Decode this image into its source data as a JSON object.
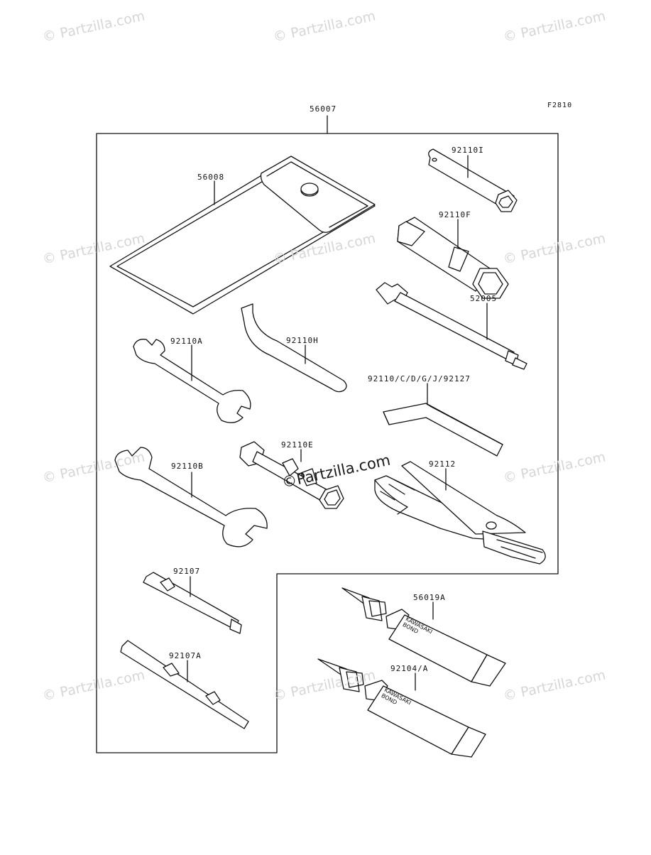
{
  "diagram": {
    "figure_code": "F2810",
    "kit_label": "56007",
    "parts": [
      {
        "id": "56008"
      },
      {
        "id": "92110I"
      },
      {
        "id": "92110F"
      },
      {
        "id": "52005"
      },
      {
        "id": "92110A"
      },
      {
        "id": "92110H"
      },
      {
        "id": "92110/C/D/G/J/92127"
      },
      {
        "id": "92110E"
      },
      {
        "id": "92110B"
      },
      {
        "id": "92112"
      },
      {
        "id": "92107"
      },
      {
        "id": "92107A"
      },
      {
        "id": "56019A"
      },
      {
        "id": "92104/A"
      }
    ],
    "tube_text": {
      "line1": "KAWASAKI",
      "line2": "BOND"
    }
  },
  "watermark": {
    "text": "© Partzilla.com",
    "center_text": "©Partzilla.com"
  }
}
